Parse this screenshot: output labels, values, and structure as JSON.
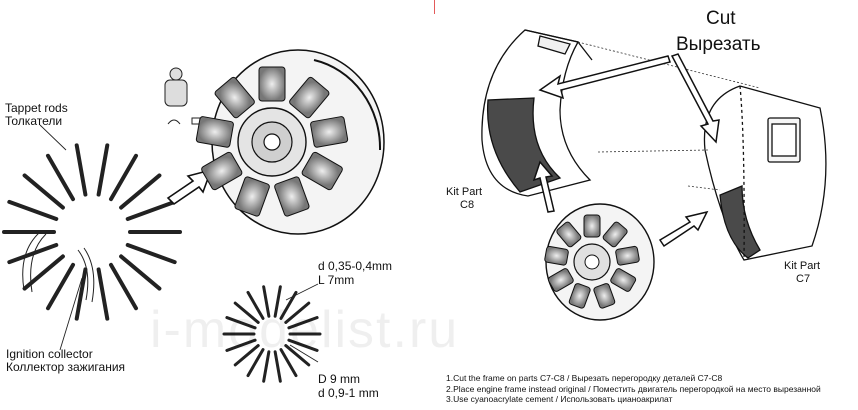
{
  "labels": {
    "tappet_en": "Tappet rods",
    "tappet_ru": "Толкатели",
    "ignition_en": "Ignition collector",
    "ignition_ru": "Коллектор зажигания",
    "dim_d": "d 0,35-0,4mm",
    "dim_l": "L 7mm",
    "dim_D": "D 9 mm",
    "dim_d2": "d 0,9-1 mm",
    "cut_en": "Cut",
    "cut_ru": "Вырезать",
    "kit_c8_line1": "Kit Part",
    "kit_c8_line2": "C8",
    "kit_c7_line1": "Kit Part",
    "kit_c7_line2": "C7"
  },
  "notes": [
    "1.Cut the frame on parts C7-C8 / Вырезать перегородку деталей C7-C8",
    "2.Place engine frame instead original / Поместить двигатель перегородкой на место вырезанной",
    "3.Use cyanoacrylate cement / Использовать цианоакрилат"
  ],
  "watermark": "i-modelist.ru",
  "colors": {
    "ink": "#111111",
    "divider": "#e35a5a"
  }
}
